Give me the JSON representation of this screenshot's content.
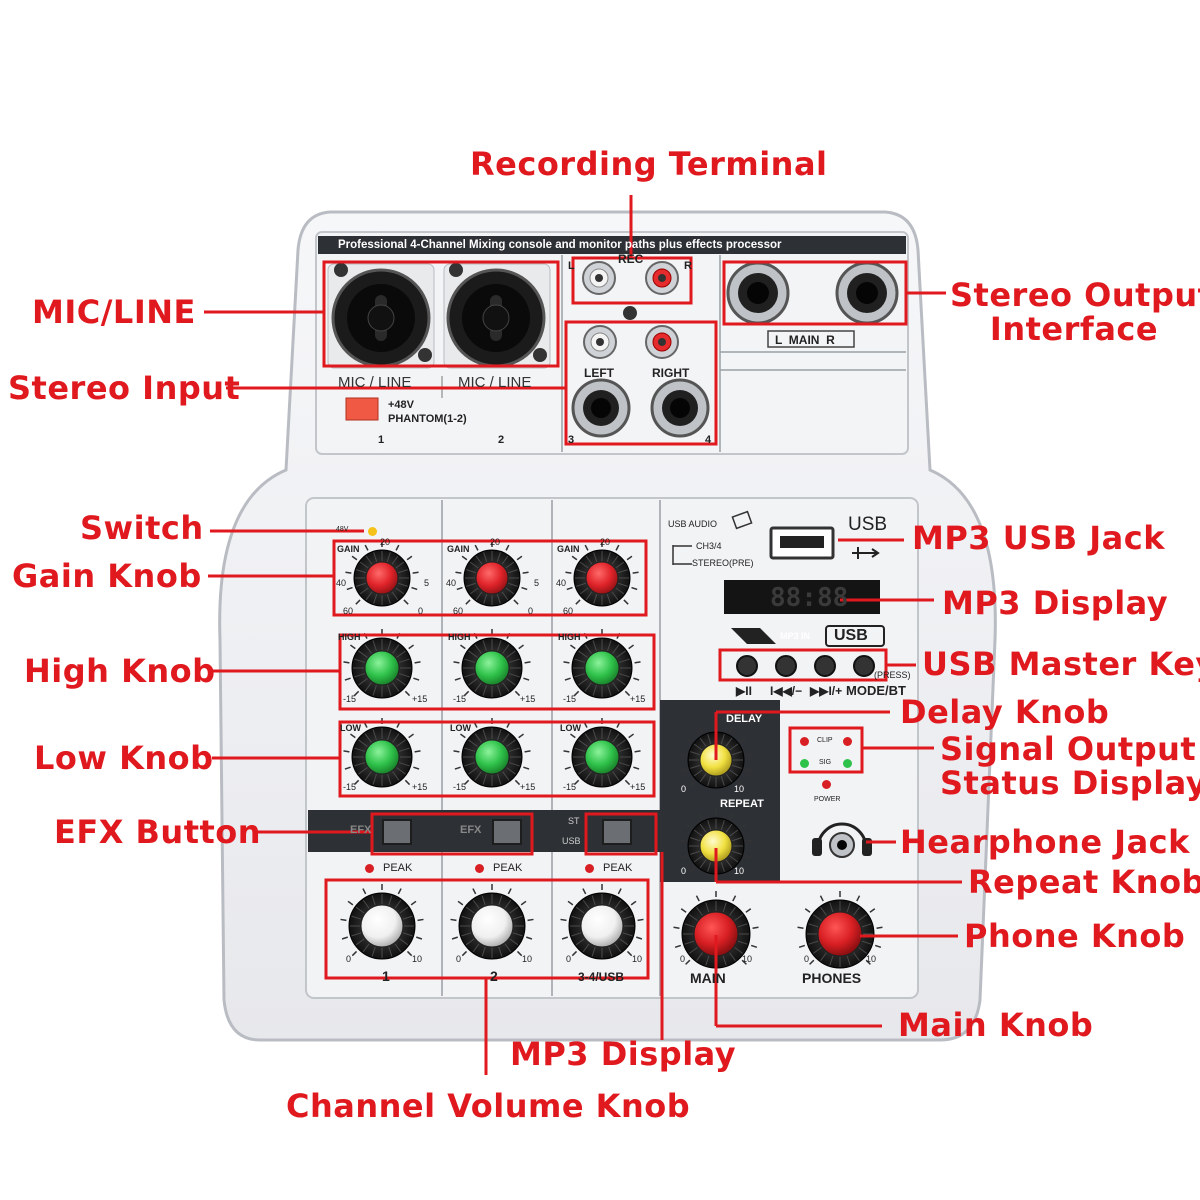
{
  "header_text": "Professional 4-Channel Mixing console and monitor paths plus effects processor",
  "panel": {
    "mic_line_1": "MIC / LINE",
    "mic_line_2": "MIC / LINE",
    "phantom_48v": "+48V",
    "phantom_range": "PHANTOM(1-2)",
    "ch1": "1",
    "ch2": "2",
    "rec": "REC",
    "rec_l": "L",
    "rec_r": "R",
    "left": "LEFT",
    "right": "RIGHT",
    "jack3": "3",
    "jack4": "4",
    "main_lr": "L  MAIN  R",
    "led_48v": "48V",
    "gain": "GAIN",
    "gain_20": "20",
    "gain_40": "40",
    "gain_5": "5",
    "gain_60": "60",
    "gain_0": "0",
    "high": "HIGH",
    "low": "LOW",
    "eq_min": "-15",
    "eq_max": "+15",
    "efx": "EFX",
    "st": "ST",
    "usb": "USB",
    "peak": "PEAK",
    "vol_0": "0",
    "vol_10": "10",
    "strip1": "1",
    "strip2": "2",
    "strip3": "3-4/USB",
    "usb_audio": "USB AUDIO",
    "ch34": "CH3/4",
    "stereo_pre": "STEREO(PRE)",
    "usb_big": "USB",
    "display_digits": "88:88",
    "mp3in": "MP3 IN",
    "usb_badge": "USB",
    "press": "(PRESS)",
    "key_labels": [
      "▶II",
      "I◀◀/−",
      "▶▶I/+",
      "MODE/BT"
    ],
    "delay": "DELAY",
    "repeat": "REPEAT",
    "clip": "CLIP",
    "sig": "SIG",
    "power": "POWER",
    "main": "MAIN",
    "phones": "PHONES"
  },
  "callouts": {
    "recording_terminal": "Recording Terminal",
    "mic_line": "MIC/LINE",
    "stereo_input": "Stereo Input",
    "stereo_output_1": "Stereo Output",
    "stereo_output_2": "Interface",
    "switch": "Switch",
    "gain_knob": "Gain Knob",
    "high_knob": "High Knob",
    "low_knob": "Low Knob",
    "efx_button": "EFX Button",
    "mp3_usb_jack": "MP3 USB Jack",
    "mp3_display": "MP3 Display",
    "usb_master_key": "USB Master Key",
    "delay_knob": "Delay Knob",
    "signal_output_1": "Signal Output",
    "signal_output_2": "Status Display",
    "headphone_jack": "Hearphone Jack",
    "repeat_knob": "Repeat Knob",
    "phone_knob": "Phone Knob",
    "main_knob": "Main Knob",
    "mp3_display_bottom": "MP3 Display",
    "channel_volume_knob": "Channel Volume Knob"
  },
  "colors": {
    "callout": "#e0191f",
    "gain_cap": "#e0242a",
    "eq_cap": "#2fc24a",
    "fx_cap": "#f1e040",
    "vol_cap": "#f4f4f4",
    "master_cap": "#d81f23",
    "panel": "#f2f3f5",
    "dark_panel": "#2d3035"
  }
}
